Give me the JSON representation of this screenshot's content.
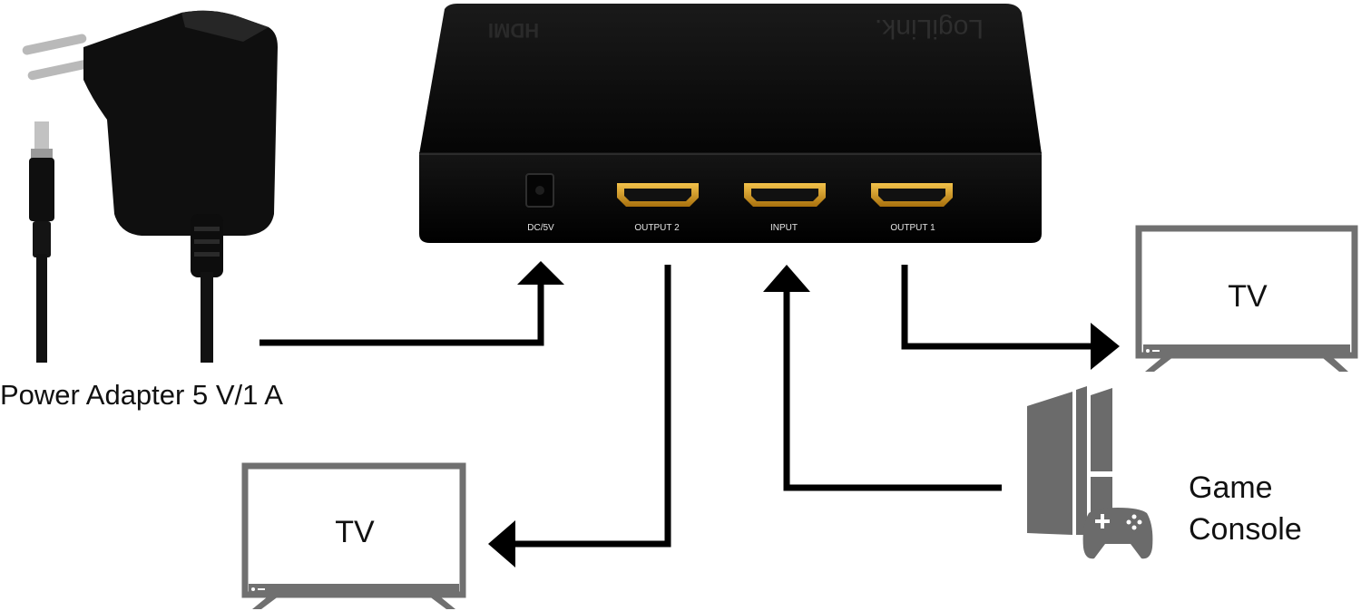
{
  "splitter": {
    "brand": "LogiLink.",
    "logo_text": "HDMI",
    "ports": {
      "dc": "DC/5V",
      "output2": "OUTPUT 2",
      "input": "INPUT",
      "output1": "OUTPUT 1"
    }
  },
  "labels": {
    "power_adapter": "Power Adapter 5 V/1 A",
    "tv_right": "TV",
    "tv_bottom": "TV",
    "game_console_line1": "Game",
    "game_console_line2": "Console"
  },
  "colors": {
    "device": "#0d0d0d",
    "port_gold": "#d9a020",
    "tv_outline": "#707070",
    "console": "#6b6b6b",
    "arrow": "#000000"
  },
  "icons": [
    "power-adapter-icon",
    "hdmi-splitter-icon",
    "tv-icon",
    "game-console-icon",
    "gamepad-icon"
  ]
}
